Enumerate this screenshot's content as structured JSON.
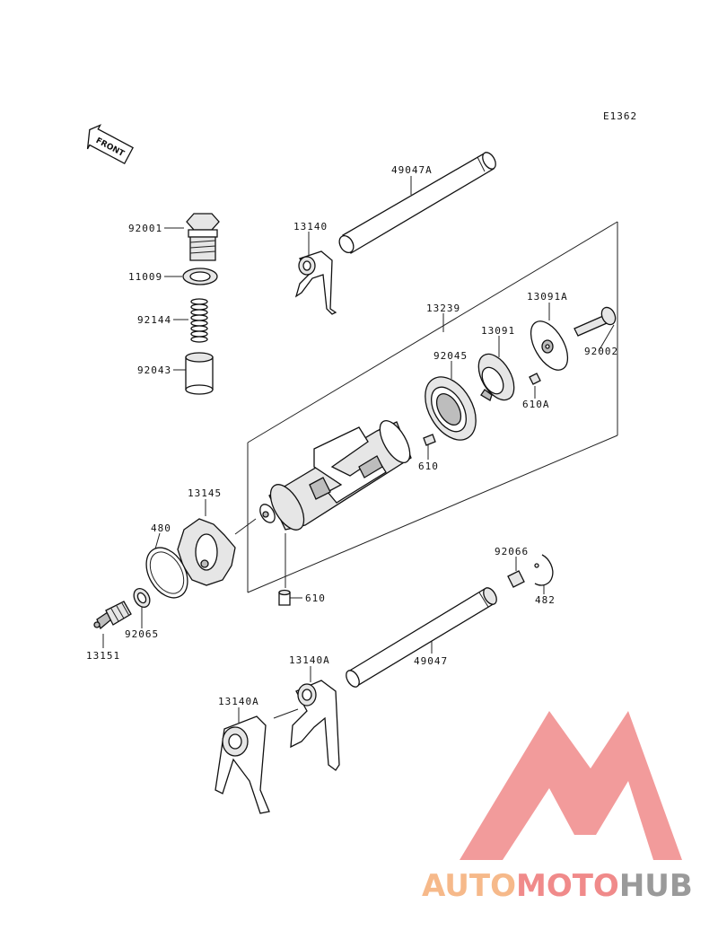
{
  "diagram_code": "E1362",
  "front_label": "FRONT",
  "parts": {
    "p49047A": "49047A",
    "p13140": "13140",
    "p92001": "92001",
    "p11009": "11009",
    "p92144": "92144",
    "p92043": "92043",
    "p13239": "13239",
    "p13091A": "13091A",
    "p92002": "92002",
    "p13091": "13091",
    "p92045": "92045",
    "p610A": "610A",
    "p610a": "610",
    "p13145": "13145",
    "p480": "480",
    "p610b": "610",
    "p92066": "92066",
    "p482": "482",
    "p13151": "13151",
    "p92065": "92065",
    "p13140A_a": "13140A",
    "p49047": "49047",
    "p13140A_b": "13140A"
  },
  "watermark": {
    "part1": "AUTO",
    "part2": "MOTO",
    "part3": "HUB",
    "color_orange": "#f6b98a",
    "color_red": "#f08a8a",
    "color_gray": "#9a9a9a"
  }
}
